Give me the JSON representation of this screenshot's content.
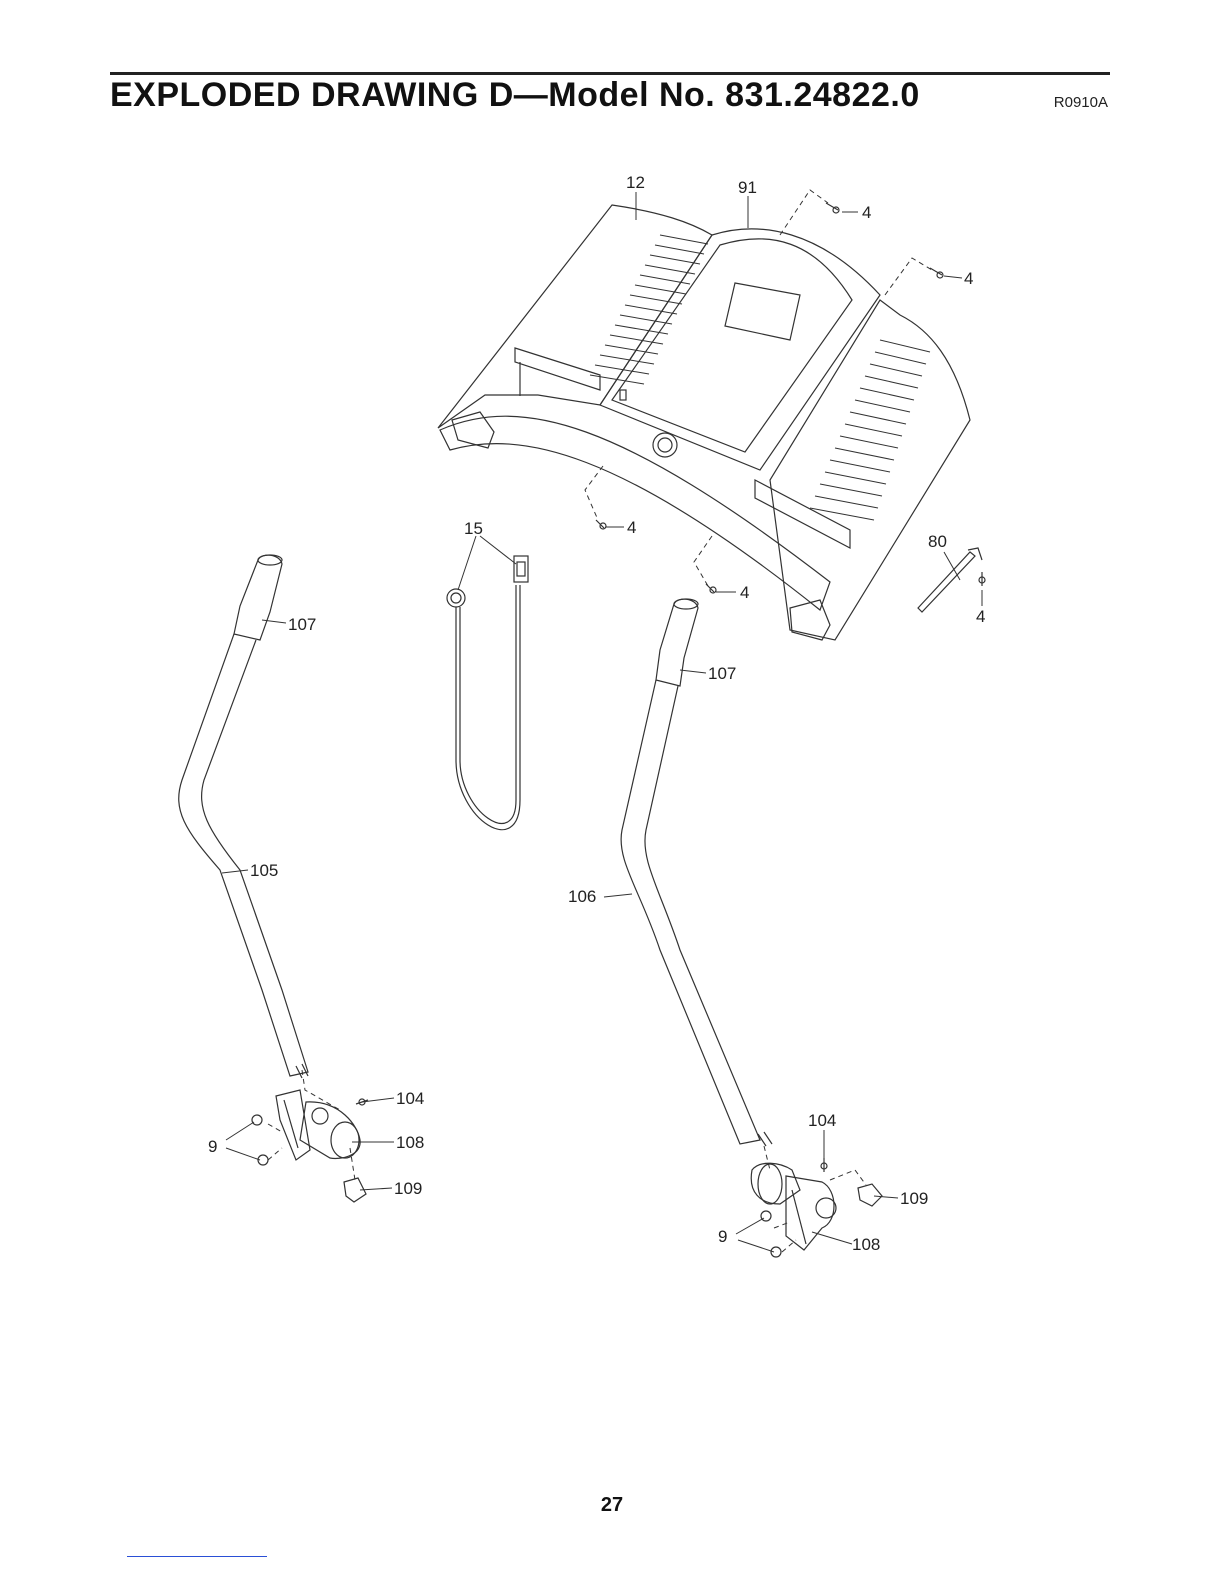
{
  "header": {
    "title": "EXPLODED DRAWING D—Model No. 831.24822.0",
    "ref_code": "R0910A"
  },
  "diagram": {
    "callouts": {
      "c12": "12",
      "c91": "91",
      "c4a": "4",
      "c4b": "4",
      "c4c": "4",
      "c4d": "4",
      "c4e": "4",
      "c15": "15",
      "c80": "80",
      "c107a": "107",
      "c107b": "107",
      "c105": "105",
      "c106": "106",
      "c104a": "104",
      "c104b": "104",
      "c108a": "108",
      "c108b": "108",
      "c109a": "109",
      "c109b": "109",
      "c9a": "9",
      "c9b": "9"
    }
  },
  "footer": {
    "page_number": "27"
  }
}
